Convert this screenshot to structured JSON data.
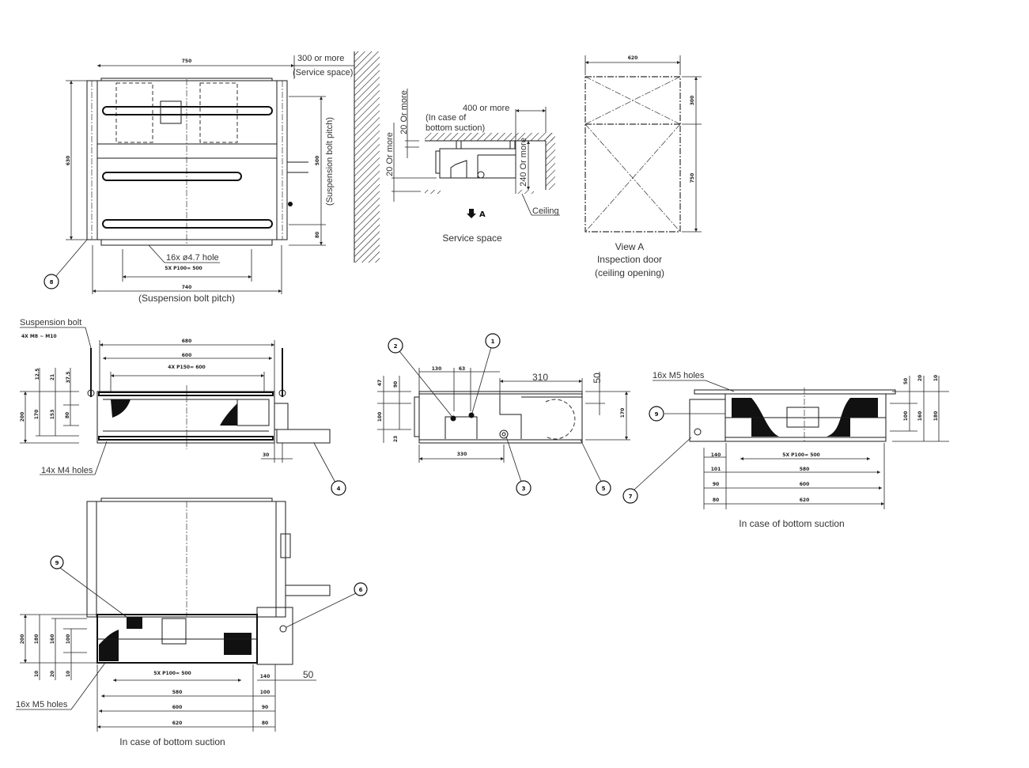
{
  "top_view": {
    "width_dim": "750",
    "service_space": "300 or more",
    "service_space_note": "(Service space)",
    "depth_dim": "630",
    "bolt_pitch_v": "500",
    "bolt_pitch_v_label": "(Suspension bolt pitch)",
    "bottom_offset": "80",
    "holes_label": "16x ø4.7 hole",
    "holes_pitch": "5X P100= 500",
    "bolt_pitch_h": "740",
    "bolt_pitch_h_label": "(Suspension bolt pitch)",
    "callout": "8"
  },
  "service_space_view": {
    "top_clear": "20 Or more",
    "bottom_clear": "20 Or more",
    "side_clear": "400 or more",
    "side_note_1": "(In case of",
    "side_note_2": "bottom suction)",
    "height_clear": "240 Or more",
    "ceiling": "Ceiling",
    "arrow_label": "A",
    "caption": "Service space"
  },
  "view_a": {
    "width_dim": "620",
    "top_dim": "300",
    "bottom_dim": "750",
    "caption_1": "View A",
    "caption_2": "Inspection door",
    "caption_3": "(ceiling opening)"
  },
  "side_view": {
    "bolt_label": "Suspension bolt",
    "bolt_spec": "4X M8 ~ M10",
    "dim_680": "680",
    "dim_600": "600",
    "pitch": "4X P150= 600",
    "left_dims": [
      "12.5",
      "21",
      "37.5",
      "200",
      "170",
      "153",
      "80"
    ],
    "dim_30": "30",
    "holes_label": "14x M4 holes",
    "callout": "4"
  },
  "end_view": {
    "dims_top": [
      "130",
      "63",
      "310",
      "50"
    ],
    "dims_left": [
      "47",
      "90",
      "100",
      "23"
    ],
    "dim_170": "170",
    "dim_330": "330",
    "callouts": [
      "1",
      "2",
      "3",
      "5"
    ]
  },
  "bottom_suction_side": {
    "holes_label": "16x M5 holes",
    "right_dims": [
      "50",
      "20",
      "10",
      "100",
      "160",
      "180"
    ],
    "rows": [
      {
        "left": "140",
        "main": "5X P100= 500"
      },
      {
        "left": "101",
        "main": "580"
      },
      {
        "left": "90",
        "main": "600"
      },
      {
        "left": "80",
        "main": "620"
      }
    ],
    "callouts": [
      "9",
      "7"
    ],
    "caption": "In case of bottom suction"
  },
  "bottom_suction_plan": {
    "left_dims": [
      "200",
      "180",
      "160",
      "100",
      "10",
      "20",
      "10"
    ],
    "rows": [
      {
        "main": "5X P100= 500",
        "right": "140"
      },
      {
        "main": "580",
        "right": "100"
      },
      {
        "main": "600",
        "right": "90"
      },
      {
        "main": "620",
        "right": "80"
      }
    ],
    "dim_50": "50",
    "holes_label": "16x M5 holes",
    "callouts": [
      "9",
      "6"
    ],
    "caption": "In case of bottom suction"
  }
}
